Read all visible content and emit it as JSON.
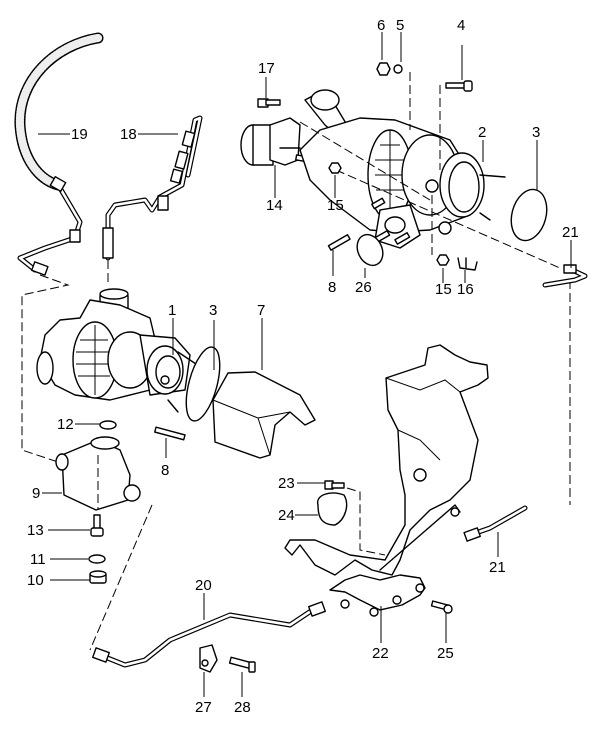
{
  "diagram": {
    "type": "exploded parts diagram",
    "subject": "Turbocharger assembly with oil lines and mounting bracket",
    "callouts": [
      {
        "id": "c1",
        "label": "1"
      },
      {
        "id": "c2",
        "label": "2"
      },
      {
        "id": "c3a",
        "label": "3"
      },
      {
        "id": "c3b",
        "label": "3"
      },
      {
        "id": "c4",
        "label": "4"
      },
      {
        "id": "c5",
        "label": "5"
      },
      {
        "id": "c6",
        "label": "6"
      },
      {
        "id": "c7",
        "label": "7"
      },
      {
        "id": "c8a",
        "label": "8"
      },
      {
        "id": "c8b",
        "label": "8"
      },
      {
        "id": "c9",
        "label": "9"
      },
      {
        "id": "c10",
        "label": "10"
      },
      {
        "id": "c11",
        "label": "11"
      },
      {
        "id": "c12",
        "label": "12"
      },
      {
        "id": "c13",
        "label": "13"
      },
      {
        "id": "c14",
        "label": "14"
      },
      {
        "id": "c15a",
        "label": "15"
      },
      {
        "id": "c15b",
        "label": "15"
      },
      {
        "id": "c16",
        "label": "16"
      },
      {
        "id": "c17",
        "label": "17"
      },
      {
        "id": "c18",
        "label": "18"
      },
      {
        "id": "c19",
        "label": "19"
      },
      {
        "id": "c20",
        "label": "20"
      },
      {
        "id": "c21a",
        "label": "21"
      },
      {
        "id": "c21b",
        "label": "21"
      },
      {
        "id": "c22",
        "label": "22"
      },
      {
        "id": "c23",
        "label": "23"
      },
      {
        "id": "c24",
        "label": "24"
      },
      {
        "id": "c25",
        "label": "25"
      },
      {
        "id": "c26",
        "label": "26"
      },
      {
        "id": "c27",
        "label": "27"
      },
      {
        "id": "c28",
        "label": "28"
      }
    ],
    "parts": [
      {
        "label": "1",
        "name": "turbocharger (left)"
      },
      {
        "label": "2",
        "name": "turbocharger (right)"
      },
      {
        "label": "3",
        "name": "sealing ring"
      },
      {
        "label": "4",
        "name": "bolt"
      },
      {
        "label": "5",
        "name": "washer"
      },
      {
        "label": "6",
        "name": "nut"
      },
      {
        "label": "7",
        "name": "heat shield"
      },
      {
        "label": "8",
        "name": "stud"
      },
      {
        "label": "9",
        "name": "oil return housing"
      },
      {
        "label": "10",
        "name": "plug"
      },
      {
        "label": "11",
        "name": "seal ring"
      },
      {
        "label": "12",
        "name": "o-ring"
      },
      {
        "label": "13",
        "name": "bolt"
      },
      {
        "label": "14",
        "name": "actuator"
      },
      {
        "label": "15",
        "name": "nut"
      },
      {
        "label": "16",
        "name": "clip"
      },
      {
        "label": "17",
        "name": "bolt"
      },
      {
        "label": "18",
        "name": "oil pressure line"
      },
      {
        "label": "19",
        "name": "oil return hose"
      },
      {
        "label": "20",
        "name": "oil line"
      },
      {
        "label": "21",
        "name": "oil line"
      },
      {
        "label": "22",
        "name": "bracket"
      },
      {
        "label": "23",
        "name": "bolt"
      },
      {
        "label": "24",
        "name": "cap"
      },
      {
        "label": "25",
        "name": "bolt"
      },
      {
        "label": "26",
        "name": "gasket"
      },
      {
        "label": "27",
        "name": "clamp"
      },
      {
        "label": "28",
        "name": "bolt"
      }
    ]
  }
}
